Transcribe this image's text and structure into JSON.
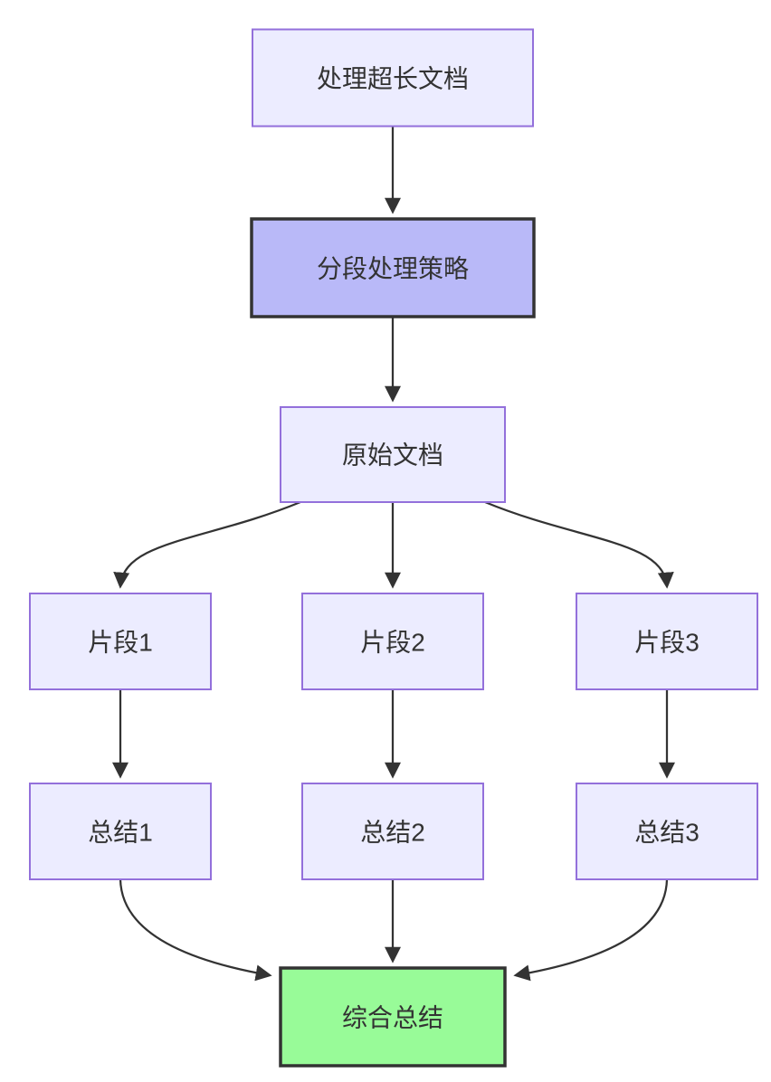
{
  "diagram": {
    "type": "flowchart",
    "direction": "top-down",
    "nodes": {
      "task": {
        "label": "处理超长文档",
        "style": "default"
      },
      "strategy": {
        "label": "分段处理策略",
        "style": "emphasis-purple"
      },
      "source": {
        "label": "原始文档",
        "style": "default"
      },
      "frag1": {
        "label": "片段1",
        "style": "default"
      },
      "frag2": {
        "label": "片段2",
        "style": "default"
      },
      "frag3": {
        "label": "片段3",
        "style": "default"
      },
      "sum1": {
        "label": "总结1",
        "style": "default"
      },
      "sum2": {
        "label": "总结2",
        "style": "default"
      },
      "sum3": {
        "label": "总结3",
        "style": "default"
      },
      "final": {
        "label": "综合总结",
        "style": "emphasis-green"
      }
    },
    "edges": [
      {
        "from": "task",
        "to": "strategy"
      },
      {
        "from": "strategy",
        "to": "source"
      },
      {
        "from": "source",
        "to": "frag1"
      },
      {
        "from": "source",
        "to": "frag2"
      },
      {
        "from": "source",
        "to": "frag3"
      },
      {
        "from": "frag1",
        "to": "sum1"
      },
      {
        "from": "frag2",
        "to": "sum2"
      },
      {
        "from": "frag3",
        "to": "sum3"
      },
      {
        "from": "sum1",
        "to": "final"
      },
      {
        "from": "sum2",
        "to": "final"
      },
      {
        "from": "sum3",
        "to": "final"
      }
    ],
    "colors": {
      "background": "#FFFFFF",
      "node_fill": "#ECECFF",
      "node_border": "#9370DB",
      "strategy_fill": "#B9B9F8",
      "final_fill": "#98FB98",
      "emphasis_border": "#333333",
      "edge_color": "#333333",
      "text_color": "#333333"
    }
  }
}
